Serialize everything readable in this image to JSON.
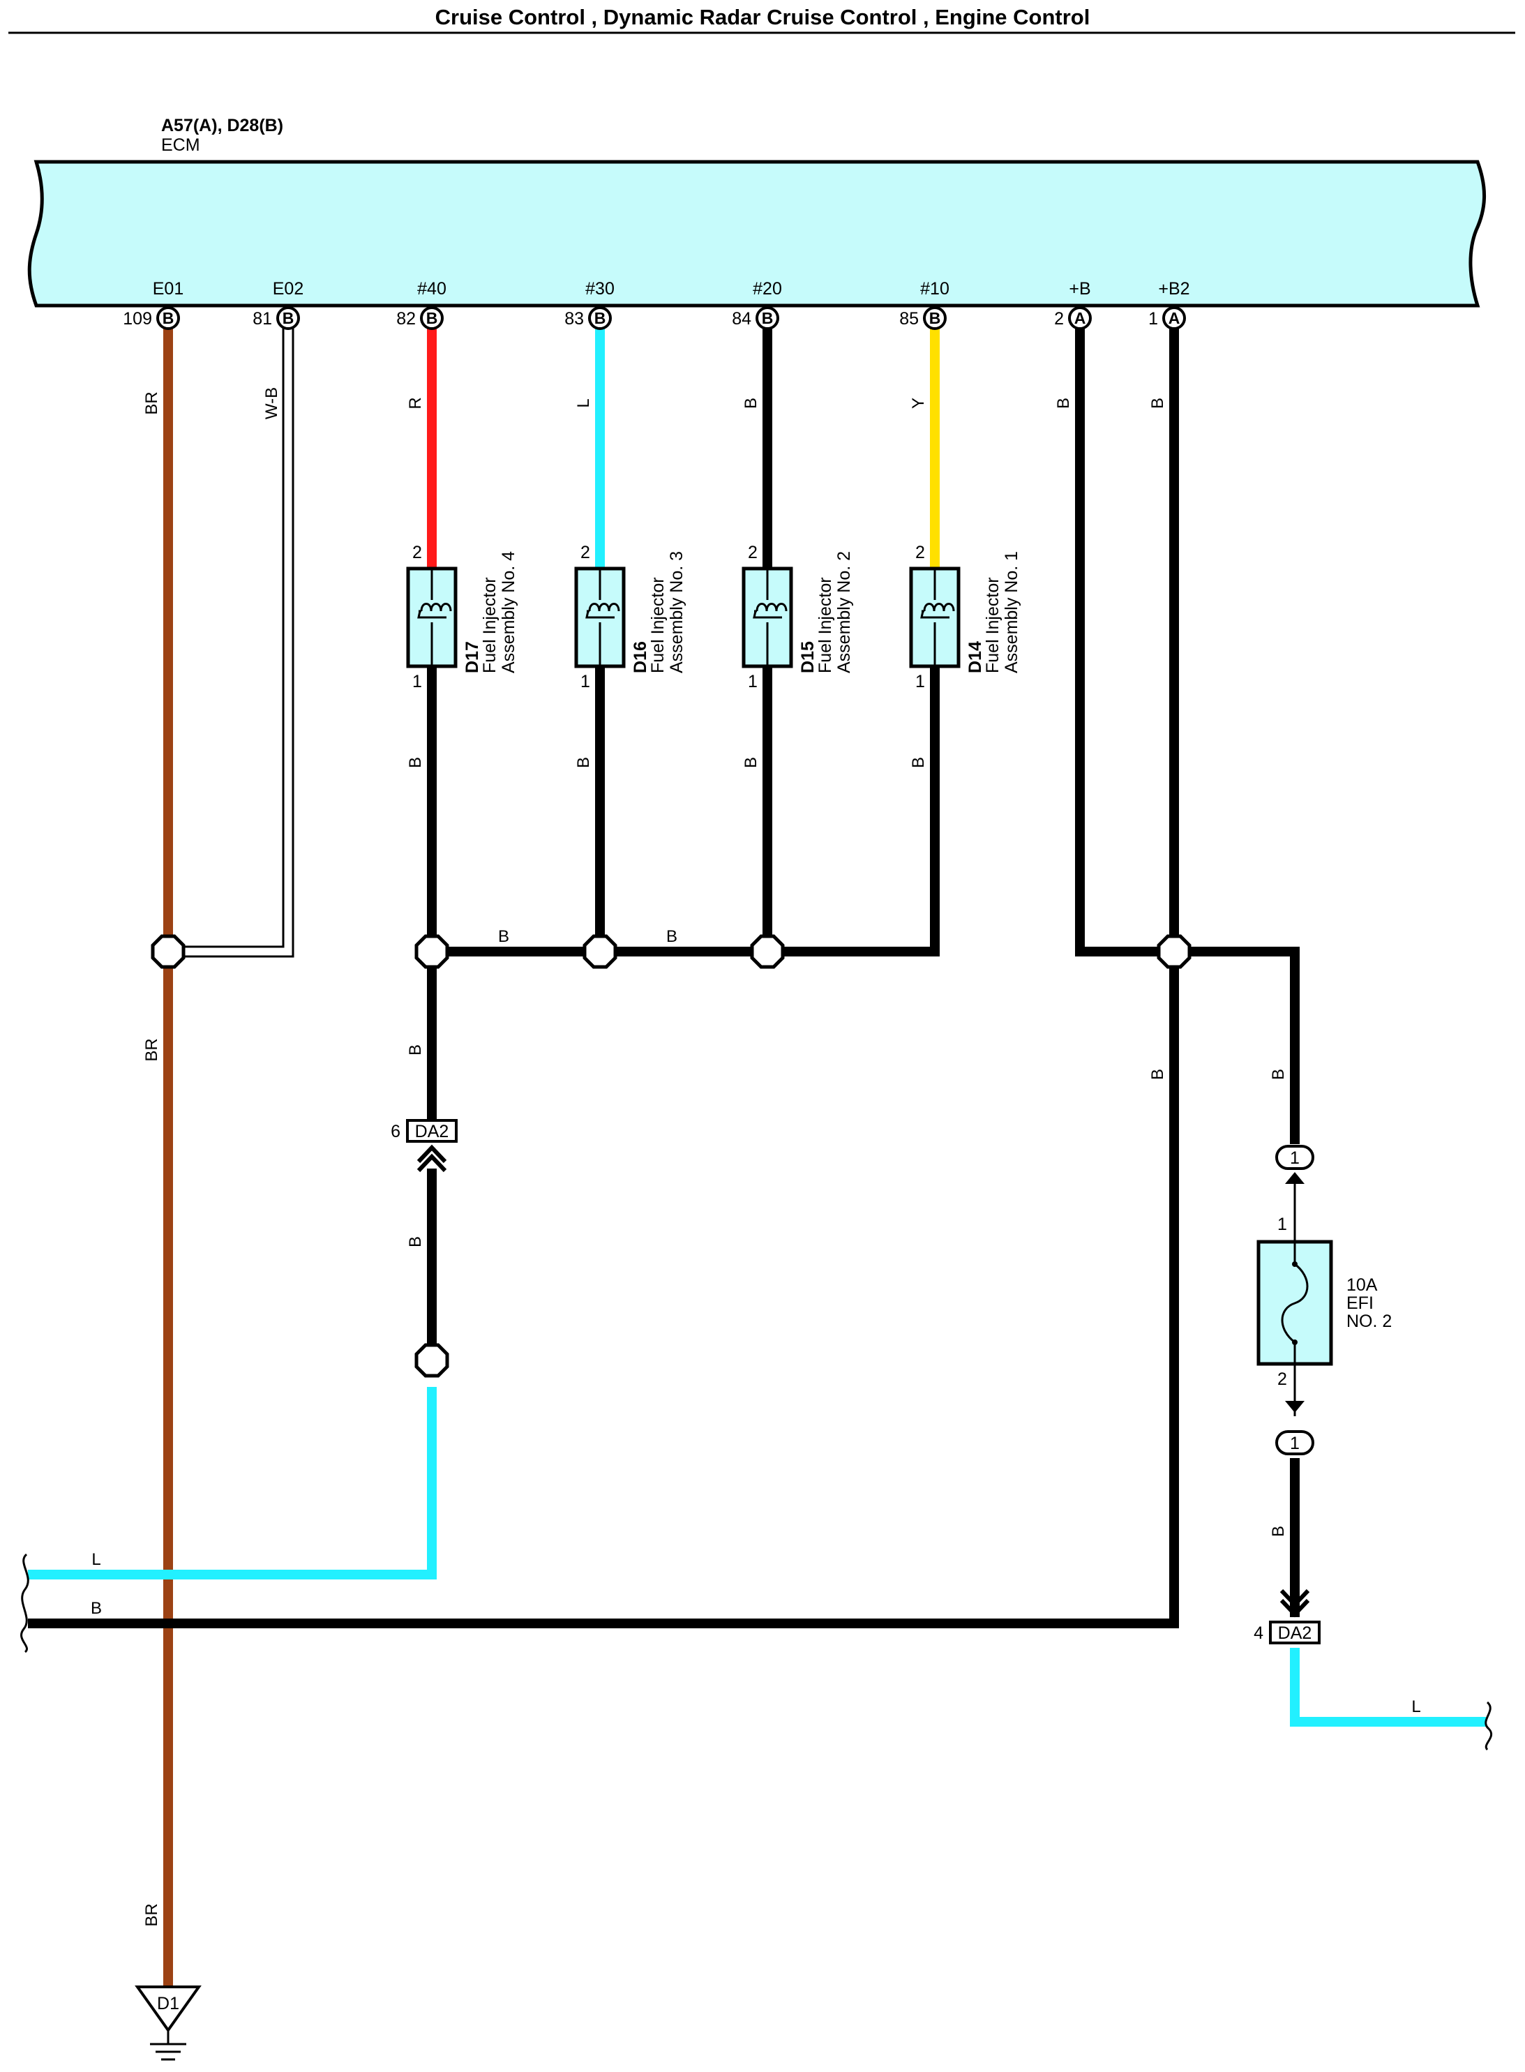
{
  "title": "Cruise Control , Dynamic Radar Cruise Control , Engine Control",
  "colors": {
    "ecm_fill": "#c6fbfb",
    "component_fill": "#c6fbfb",
    "wire_BR": "#9c4214",
    "wire_R": "#ff1a1a",
    "wire_L": "#22f0ff",
    "wire_Y": "#ffe000",
    "wire_B": "#000000"
  },
  "ecm": {
    "connectors": "A57(A), D28(B)",
    "name": "ECM",
    "terminals": [
      {
        "name": "E01",
        "pin": "109",
        "conn": "B"
      },
      {
        "name": "E02",
        "pin": "81",
        "conn": "B"
      },
      {
        "name": "#40",
        "pin": "82",
        "conn": "B"
      },
      {
        "name": "#30",
        "pin": "83",
        "conn": "B"
      },
      {
        "name": "#20",
        "pin": "84",
        "conn": "B"
      },
      {
        "name": "#10",
        "pin": "85",
        "conn": "B"
      },
      {
        "name": "+B",
        "pin": "2",
        "conn": "A"
      },
      {
        "name": "+B2",
        "pin": "1",
        "conn": "A"
      }
    ]
  },
  "wires": {
    "e01_top": "BR",
    "e01_mid": "BR",
    "e01_bottom": "BR",
    "e02": "W-B",
    "inj4_top": "R",
    "inj3_top": "L",
    "inj2_top": "B",
    "inj1_top": "Y",
    "inj4_bottom": "B",
    "inj3_bottom": "B",
    "inj2_bottom": "B",
    "inj1_bottom": "B",
    "bus_left": "B",
    "bus_right": "B",
    "da2_upper": "B",
    "da2_lower": "B",
    "plus_b": "B",
    "plus_b2": "B",
    "plus_b2_down": "B",
    "efi_top": "B",
    "efi_bottom": "B",
    "left_l": "L",
    "left_b": "B",
    "right_l": "L"
  },
  "injectors": [
    {
      "id": "D17",
      "name": "Fuel Injector",
      "sub": "Assembly No. 4",
      "pin_top": "2",
      "pin_bottom": "1"
    },
    {
      "id": "D16",
      "name": "Fuel Injector",
      "sub": "Assembly No. 3",
      "pin_top": "2",
      "pin_bottom": "1"
    },
    {
      "id": "D15",
      "name": "Fuel Injector",
      "sub": "Assembly No. 2",
      "pin_top": "2",
      "pin_bottom": "1"
    },
    {
      "id": "D14",
      "name": "Fuel Injector",
      "sub": "Assembly No. 1",
      "pin_top": "2",
      "pin_bottom": "1"
    }
  ],
  "connector_da2_left": {
    "label": "DA2",
    "pin": "6"
  },
  "connector_da2_right": {
    "label": "DA2",
    "pin": "4"
  },
  "fuse": {
    "rating": "10A",
    "name1": "EFI",
    "name2": "NO. 2",
    "pin_top": "1",
    "pin_bottom": "2",
    "jb_top": "1",
    "jb_bottom": "1"
  },
  "ground": {
    "label": "D1"
  }
}
